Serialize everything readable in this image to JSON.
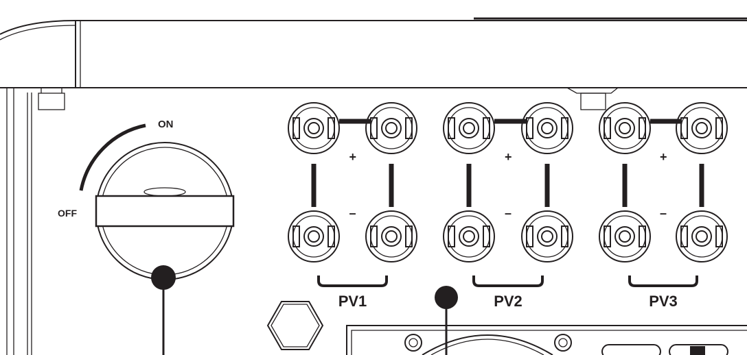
{
  "switch": {
    "on_label": "ON",
    "off_label": "OFF"
  },
  "pv_groups": [
    {
      "label": "PV1",
      "plus": "+",
      "minus": "–"
    },
    {
      "label": "PV2",
      "plus": "+",
      "minus": "–"
    },
    {
      "label": "PV3",
      "plus": "+",
      "minus": "–"
    }
  ],
  "colors": {
    "ink": "#231f20",
    "background": "#ffffff"
  }
}
